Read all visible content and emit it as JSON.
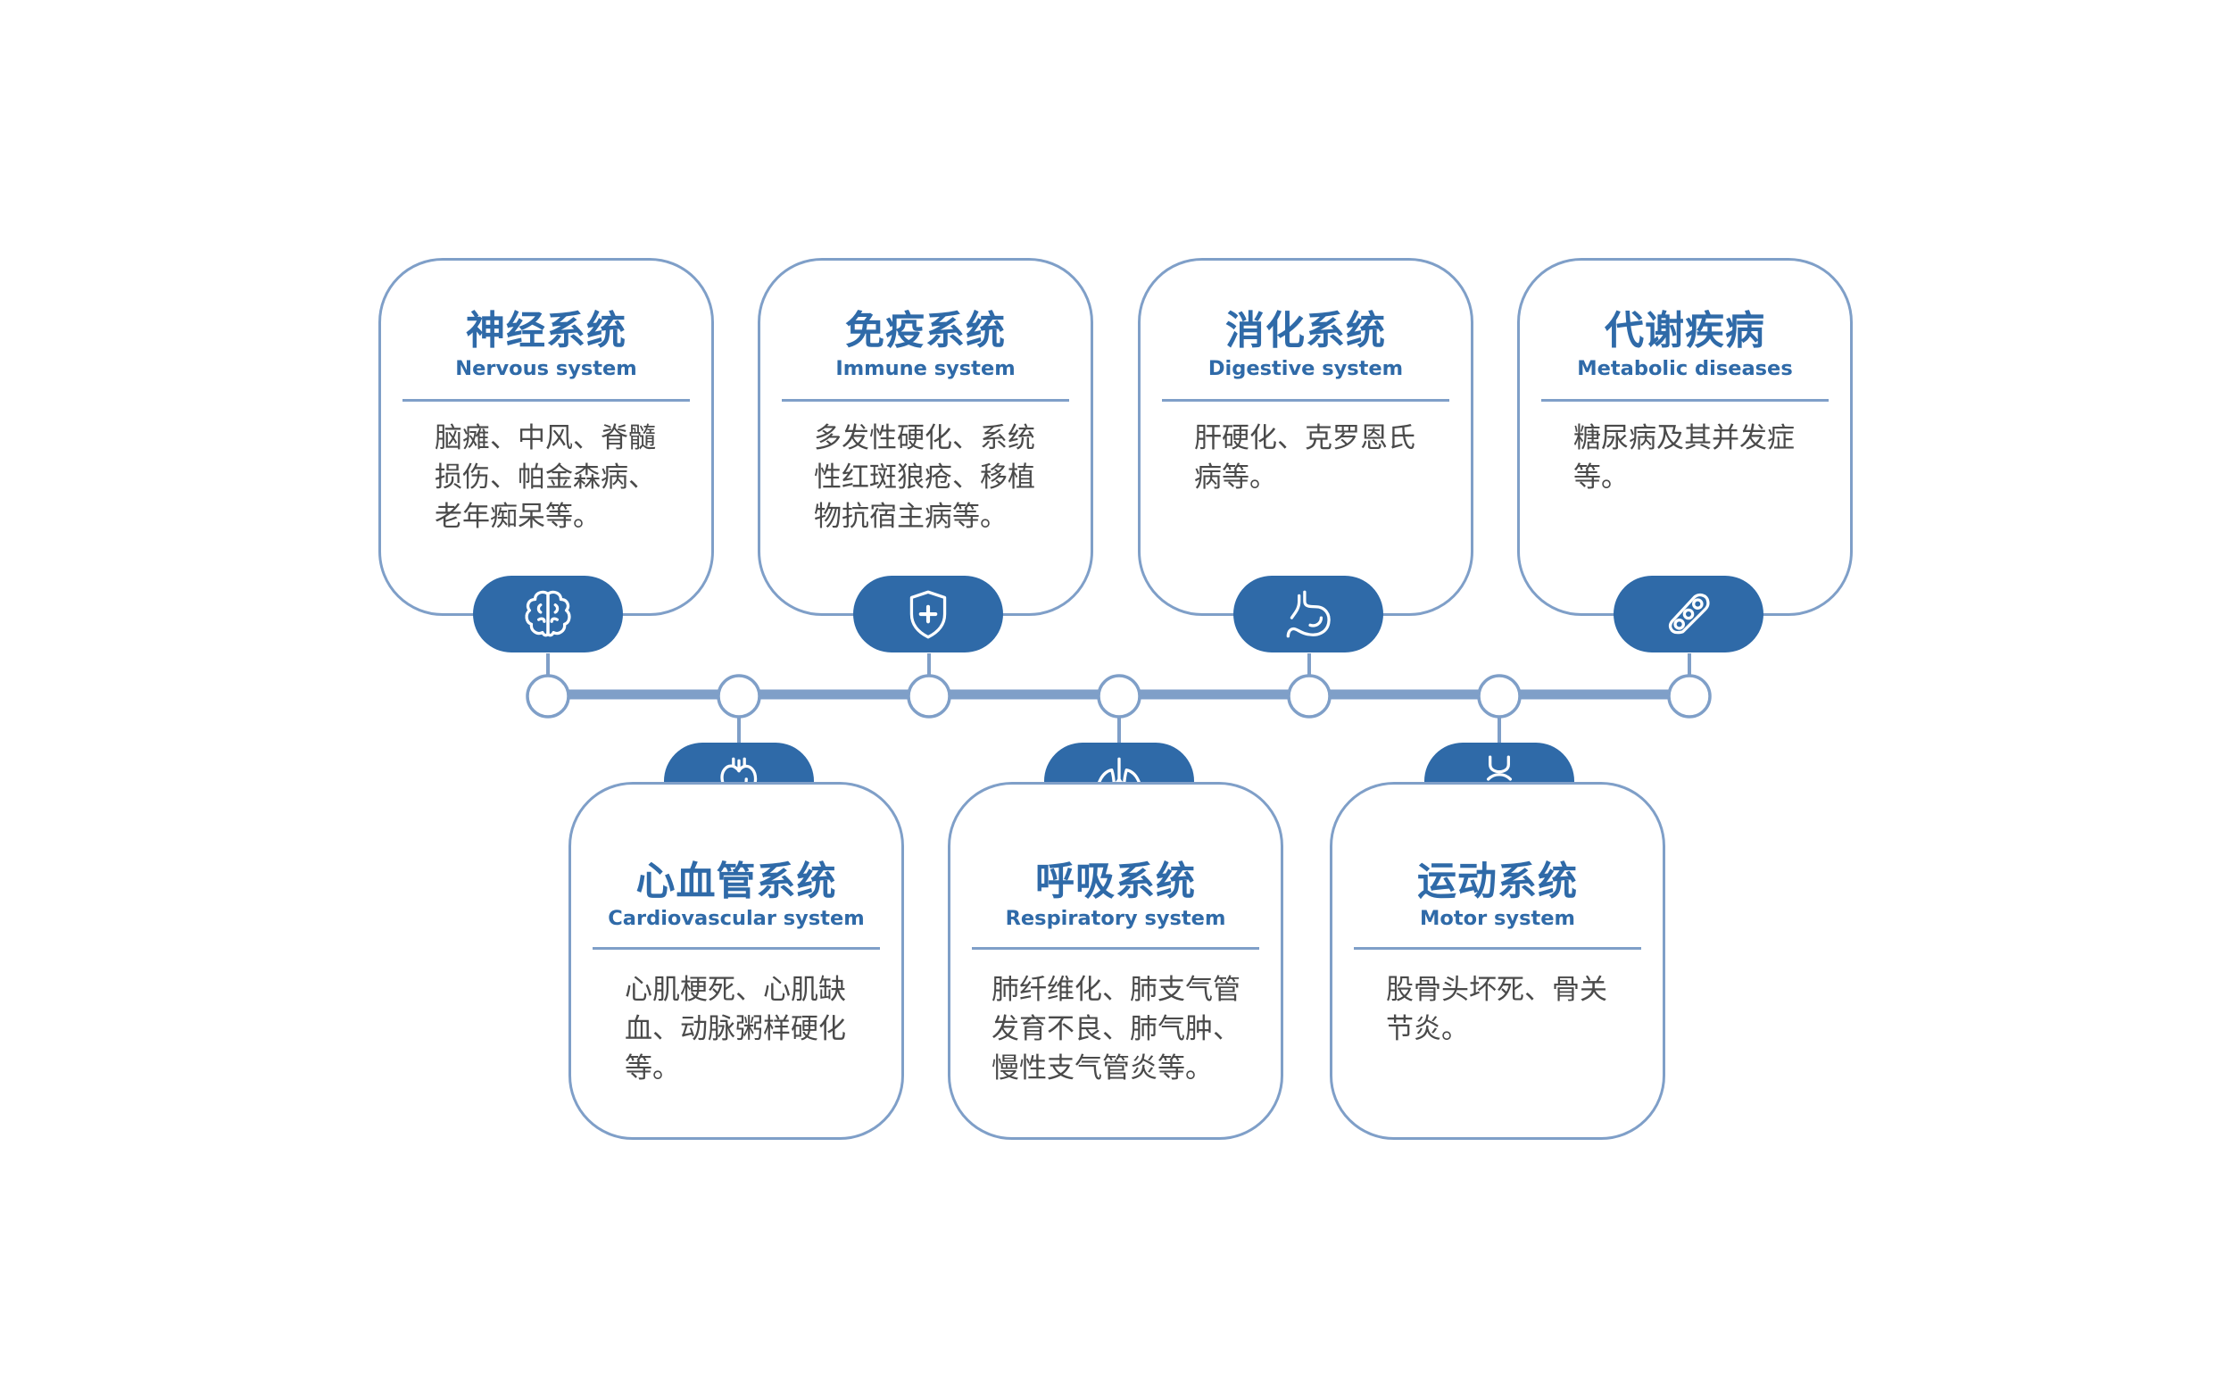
{
  "colors": {
    "primary": "#2f6aa8",
    "border": "#7f9fc8",
    "text": "#4a4a4a"
  },
  "cards": [
    {
      "key": "nervous",
      "title_cn": "神经系统",
      "title_en": "Nervous system",
      "desc": [
        "脑瘫、中风、脊髓",
        "损伤、帕金森病、",
        "老年痴呆等。"
      ],
      "icon": "brain-icon"
    },
    {
      "key": "immune",
      "title_cn": "免疫系统",
      "title_en": "Immune system",
      "desc": [
        "多发性硬化、系统",
        "性红斑狼疮、移植",
        "物抗宿主病等。"
      ],
      "icon": "shield-plus-icon"
    },
    {
      "key": "digestive",
      "title_cn": "消化系统",
      "title_en": "Digestive system",
      "desc": [
        "肝硬化、克罗恩氏",
        "病等。"
      ],
      "icon": "stomach-icon"
    },
    {
      "key": "metabolic",
      "title_cn": "代谢疾病",
      "title_en": "Metabolic diseases",
      "desc": [
        "糖尿病及其并发症",
        "等。"
      ],
      "icon": "molecule-icon"
    },
    {
      "key": "cardiovascular",
      "title_cn": "心血管系统",
      "title_en": "Cardiovascular system",
      "desc": [
        "心肌梗死、心肌缺",
        "血、动脉粥样硬化",
        "等。"
      ],
      "icon": "heart-icon"
    },
    {
      "key": "respiratory",
      "title_cn": "呼吸系统",
      "title_en": "Respiratory system",
      "desc": [
        "肺纤维化、肺支气管",
        "发育不良、肺气肿、",
        "慢性支气管炎等。"
      ],
      "icon": "lungs-icon"
    },
    {
      "key": "motor",
      "title_cn": "运动系统",
      "title_en": "Motor system",
      "desc": [
        "股骨头坏死、骨关",
        "节炎。"
      ],
      "icon": "joint-icon"
    }
  ]
}
